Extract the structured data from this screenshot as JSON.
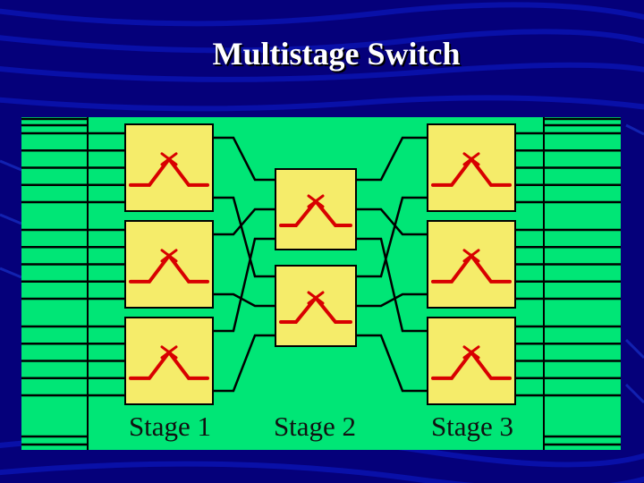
{
  "slide": {
    "title": "Multistage Switch",
    "colors": {
      "background": "#05007a",
      "panel": "#00e676",
      "switch_box": "#f5ec6a",
      "switch_symbol": "#d80000",
      "wire": "#000000"
    }
  },
  "diagram": {
    "stages": [
      {
        "label": "Stage 1",
        "switch_count": 3
      },
      {
        "label": "Stage 2",
        "switch_count": 2
      },
      {
        "label": "Stage 3",
        "switch_count": 3
      }
    ],
    "inputs": 16,
    "outputs": 16,
    "switch_icon": "crossbar-switch-icon"
  }
}
